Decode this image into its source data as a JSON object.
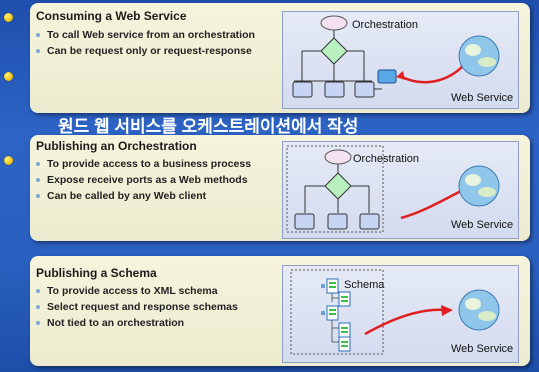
{
  "overlay_title": "원드 웹 서비스를 오케스트레이션에서 작성",
  "panels": [
    {
      "title": "Consuming a Web Service",
      "bullets": [
        "To call Web service from an orchestration",
        "Can be request only or request-response"
      ],
      "diagram": {
        "top_label": "Orchestration",
        "bottom_label": "Web Service"
      }
    },
    {
      "title": "Publishing an Orchestration",
      "bullets": [
        "To provide access to a business process",
        "Expose receive ports as a Web methods",
        "Can be called by any Web client"
      ],
      "diagram": {
        "top_label": "Orchestration",
        "bottom_label": "Web Service"
      }
    },
    {
      "title": "Publishing a Schema",
      "bullets": [
        " To  provide access to XML schema",
        "Select request and response schemas",
        "Not tied to an orchestration"
      ],
      "diagram": {
        "top_label": "Schema",
        "bottom_label": "Web Service"
      }
    }
  ],
  "colors": {
    "background": "#2a60c0",
    "panel": "#f2f0d6",
    "arrow": "#e02020",
    "shape_fill": "#b8f0c0",
    "box_fill": "#c8d4f4"
  },
  "icons": [
    "bullet-dot-icon",
    "globe-icon",
    "document-icon"
  ]
}
